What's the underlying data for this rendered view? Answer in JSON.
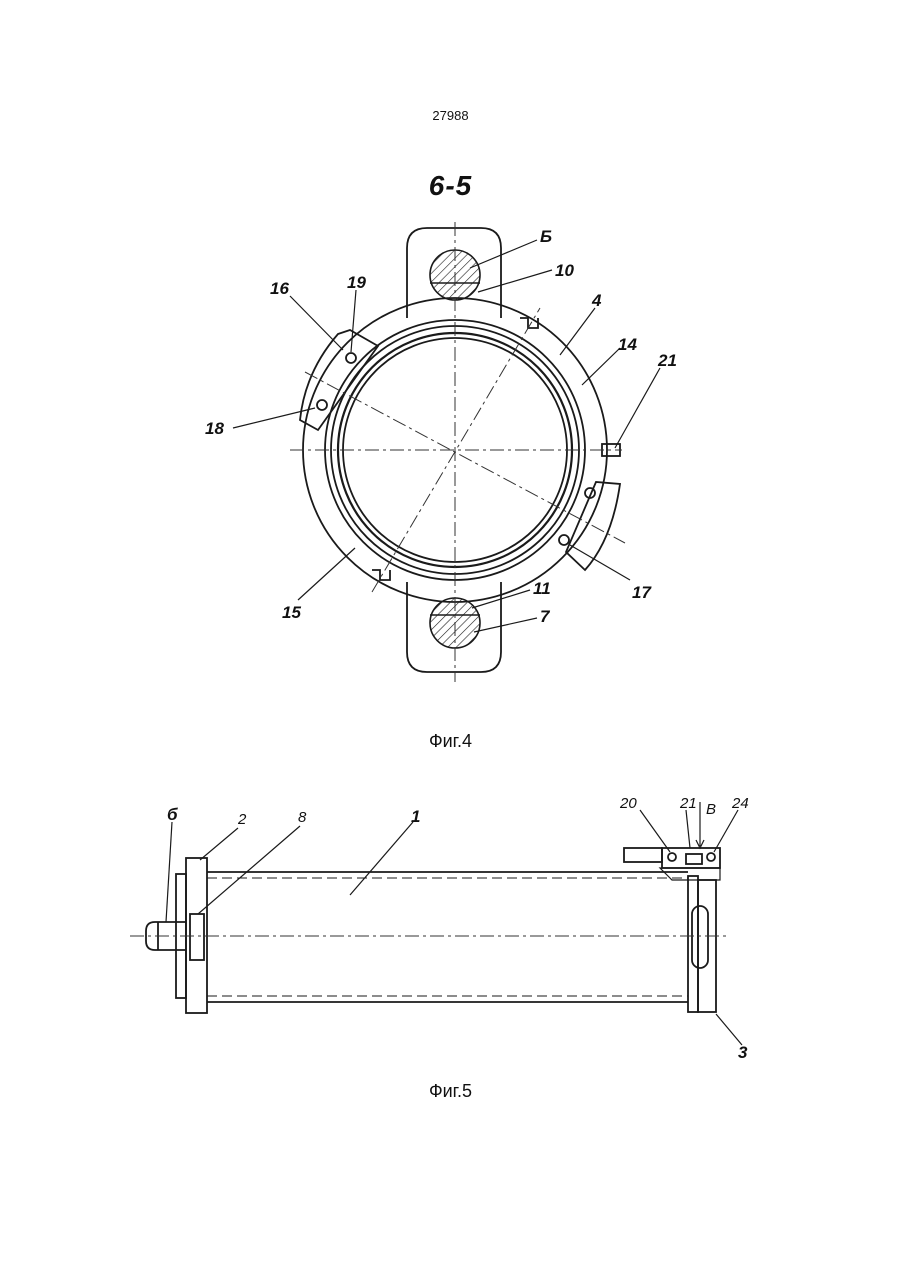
{
  "page_number": "27988",
  "section_title": "6-5",
  "figure4": {
    "caption": "Фиг.4",
    "labels": {
      "l6": "Б",
      "l10": "10",
      "l4": "4",
      "l14": "14",
      "l21": "21",
      "l16": "16",
      "l19": "19",
      "l18": "18",
      "l15": "15",
      "l11": "11",
      "l7": "7",
      "l17": "17"
    }
  },
  "figure5": {
    "caption": "Фиг.5",
    "labels": {
      "l6": "б",
      "l2": "2",
      "l8": "8",
      "l1": "1",
      "l20": "20",
      "l21": "21",
      "lB": "В",
      "l24": "24",
      "l3": "3"
    }
  }
}
